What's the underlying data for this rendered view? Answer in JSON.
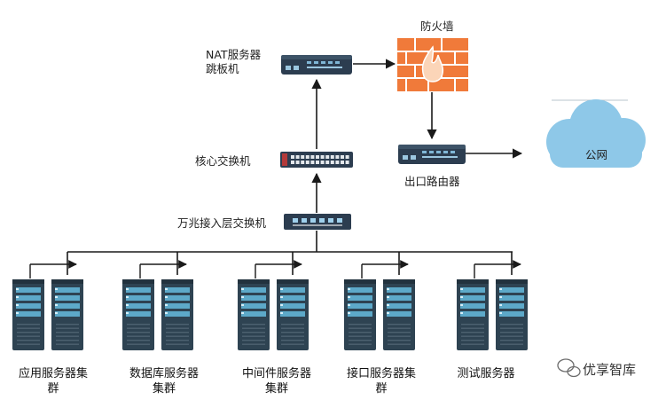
{
  "labels": {
    "nat_line1": "NAT服务器",
    "nat_line2": "跳板机",
    "firewall": "防火墙",
    "core_switch": "核心交换机",
    "access_switch": "万兆接入层交换机",
    "router": "出口路由器",
    "internet": "公网"
  },
  "clusters": [
    {
      "caption": "应用服务器集群"
    },
    {
      "caption": "数据库服务器集群"
    },
    {
      "caption": "中间件服务器集群"
    },
    {
      "caption": "接口服务器集群"
    },
    {
      "caption": "测试服务器"
    }
  ],
  "watermark": "优享智库",
  "colors": {
    "server": "#2e4352",
    "server_bay": "#5da9c9",
    "switch": "#2c3d50",
    "firewall": "#f07a3a",
    "cloud": "#8ec8e8",
    "arrow": "#1a1a1a"
  }
}
